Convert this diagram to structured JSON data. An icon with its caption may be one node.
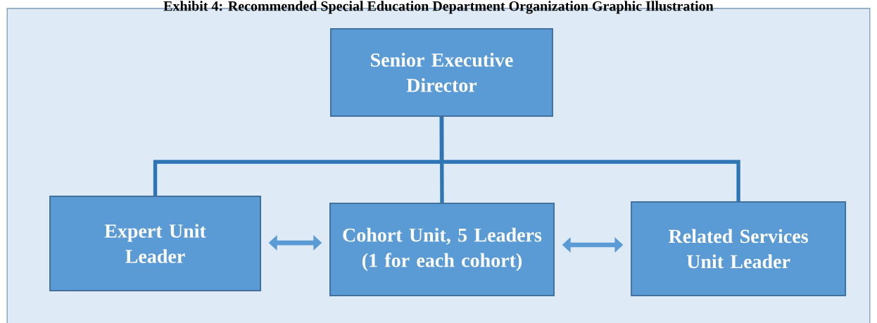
{
  "diagram": {
    "title": "Exhibit 4: Recommended Special Education Department Organization Graphic Illustration",
    "nodes": [
      {
        "text": [
          "Senior Executive Director"
        ]
      },
      {
        "text": [
          "Expert Unit Leader"
        ]
      },
      {
        "text": [
          "Cohort Unit, 5 Leaders (1 for each cohort)"
        ]
      },
      {
        "text": [
          "Related Services Unit Leader"
        ]
      }
    ],
    "edges": [
      {
        "from": 0,
        "to": 1,
        "arrow": "none"
      },
      {
        "from": 0,
        "to": 2,
        "arrow": "none"
      },
      {
        "from": 0,
        "to": 3,
        "arrow": "none"
      },
      {
        "from": 1,
        "to": 2,
        "arrow": "both",
        "color": "#5b9bd5"
      },
      {
        "from": 2,
        "to": 3,
        "arrow": "both",
        "color": "#5b9bd5"
      }
    ]
  }
}
